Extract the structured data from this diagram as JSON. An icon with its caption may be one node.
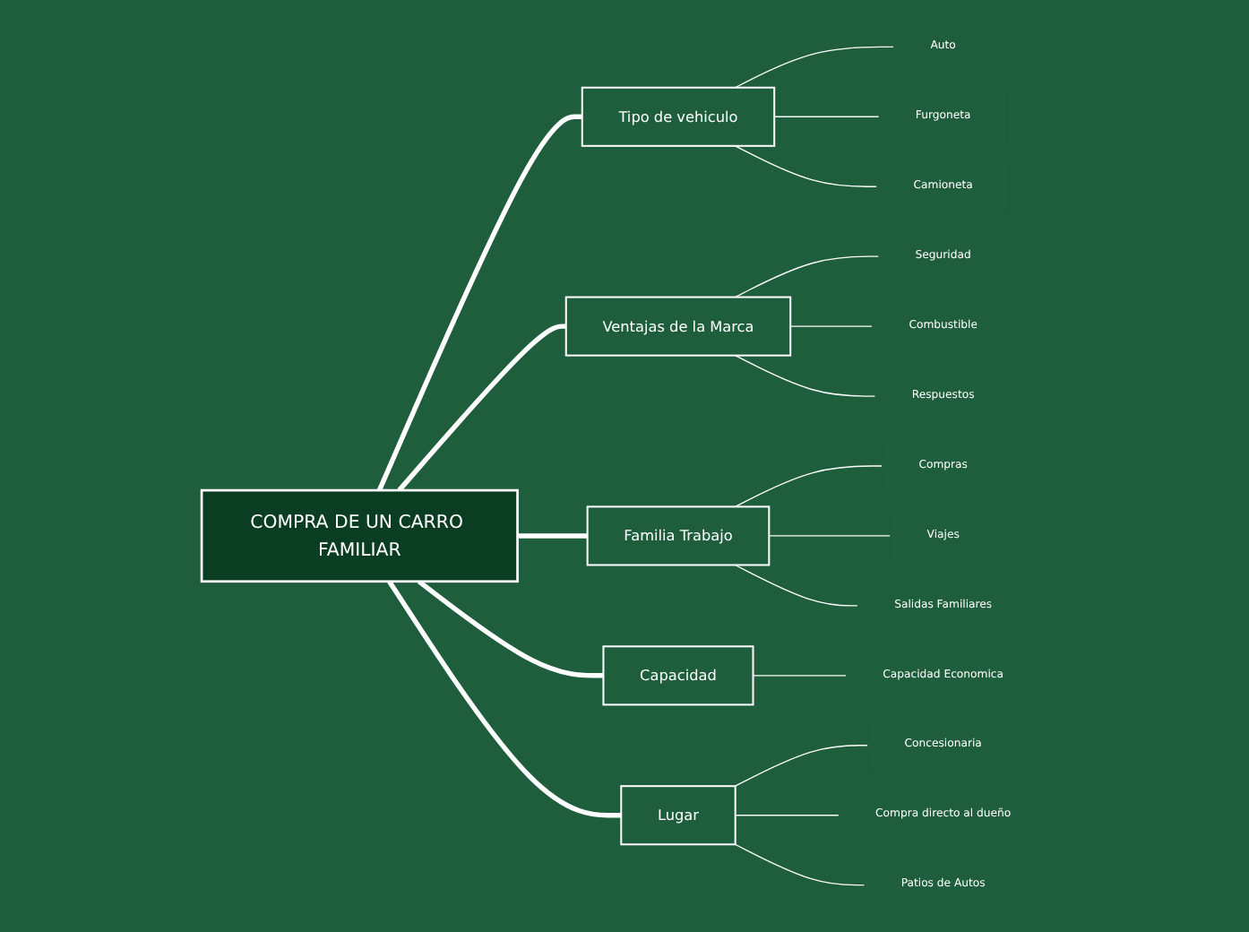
{
  "diagram": {
    "nodes": [
      {
        "text": [
          "COMPRA DE UN CARRO FAMILIAR"
        ]
      },
      {
        "text": [
          "Tipo de vehiculo"
        ]
      },
      {
        "text": [
          "Auto"
        ]
      },
      {
        "text": [
          "Furgoneta"
        ]
      },
      {
        "text": [
          "Camioneta"
        ]
      },
      {
        "text": [
          "Ventajas de la Marca"
        ]
      },
      {
        "text": [
          "Seguridad"
        ]
      },
      {
        "text": [
          "Combustible"
        ]
      },
      {
        "text": [
          "Respuestos"
        ]
      },
      {
        "text": [
          "Familia Trabajo"
        ]
      },
      {
        "text": [
          "Compras"
        ]
      },
      {
        "text": [
          "Viajes"
        ]
      },
      {
        "text": [
          "Salidas Familiares"
        ]
      },
      {
        "text": [
          "Capacidad"
        ]
      },
      {
        "text": [
          "Capacidad Economica"
        ]
      },
      {
        "text": [
          "Lugar"
        ]
      },
      {
        "text": [
          "Concesionaria"
        ]
      },
      {
        "text": [
          "Compra directo al dueño"
        ]
      },
      {
        "text": [
          "Patios de Autos"
        ]
      }
    ],
    "edges": [
      {
        "from": 0,
        "to": 1,
        "arrow": "none",
        "style": "thick"
      },
      {
        "from": 1,
        "to": 2,
        "arrow": "none"
      },
      {
        "from": 1,
        "to": 3,
        "arrow": "none"
      },
      {
        "from": 1,
        "to": 4,
        "arrow": "none"
      },
      {
        "from": 0,
        "to": 5,
        "arrow": "none",
        "style": "thick"
      },
      {
        "from": 5,
        "to": 6,
        "arrow": "none"
      },
      {
        "from": 5,
        "to": 7,
        "arrow": "none"
      },
      {
        "from": 5,
        "to": 8,
        "arrow": "none"
      },
      {
        "from": 0,
        "to": 9,
        "arrow": "none",
        "style": "thick"
      },
      {
        "from": 9,
        "to": 10,
        "arrow": "none"
      },
      {
        "from": 9,
        "to": 11,
        "arrow": "none"
      },
      {
        "from": 9,
        "to": 12,
        "arrow": "none"
      },
      {
        "from": 0,
        "to": 13,
        "arrow": "none",
        "style": "thick"
      },
      {
        "from": 13,
        "to": 14,
        "arrow": "none"
      },
      {
        "from": 0,
        "to": 15,
        "arrow": "none",
        "style": "thick"
      },
      {
        "from": 15,
        "to": 16,
        "arrow": "none"
      },
      {
        "from": 15,
        "to": 17,
        "arrow": "none"
      },
      {
        "from": 15,
        "to": 18,
        "arrow": "none"
      }
    ]
  }
}
